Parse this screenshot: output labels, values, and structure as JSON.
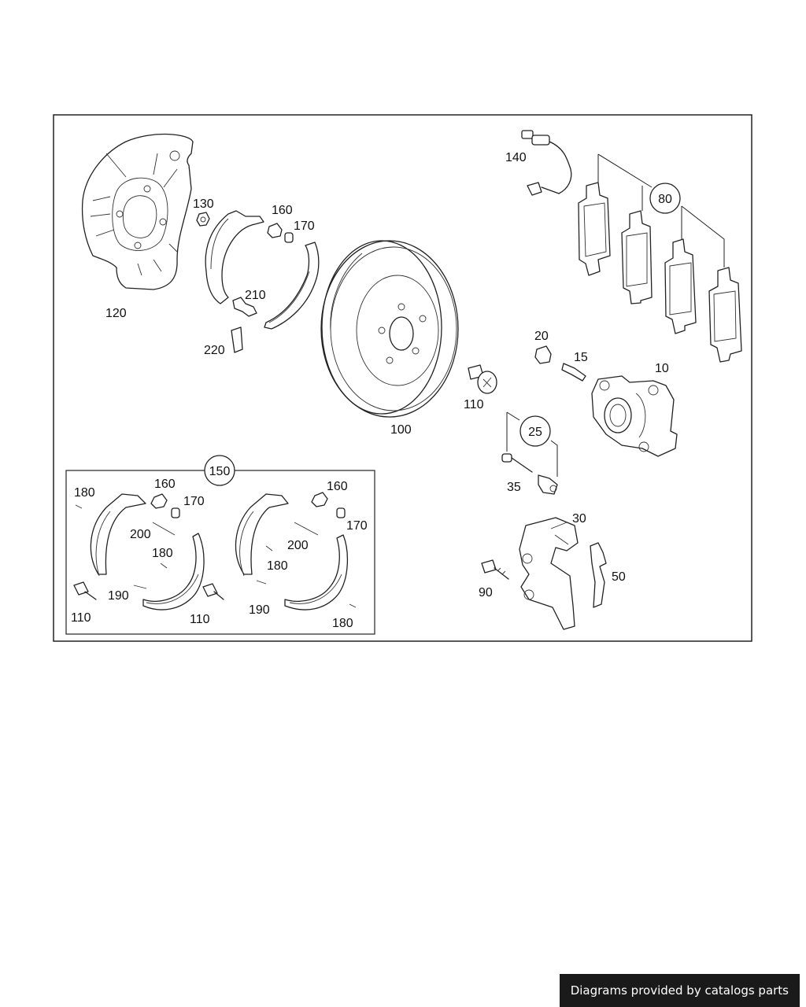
{
  "diagram": {
    "labels": {
      "p10": "10",
      "p15": "15",
      "p20": "20",
      "p25": "25",
      "p30": "30",
      "p35": "35",
      "p50": "50",
      "p80": "80",
      "p90": "90",
      "p100": "100",
      "p110_main": "110",
      "p120": "120",
      "p130": "130",
      "p140": "140",
      "p150": "150",
      "p160_main": "160",
      "p170_main": "170",
      "p210": "210",
      "p220": "220",
      "kit_left_180a": "180",
      "kit_left_160": "160",
      "kit_left_170": "170",
      "kit_left_200": "200",
      "kit_left_180b": "180",
      "kit_left_190": "190",
      "kit_left_110a": "110",
      "kit_left_110b": "110",
      "kit_right_160": "160",
      "kit_right_170": "170",
      "kit_right_200": "200",
      "kit_right_180a": "180",
      "kit_right_190": "190",
      "kit_right_180b": "180"
    }
  },
  "footer": {
    "credit": "Diagrams provided by catalogs parts"
  }
}
